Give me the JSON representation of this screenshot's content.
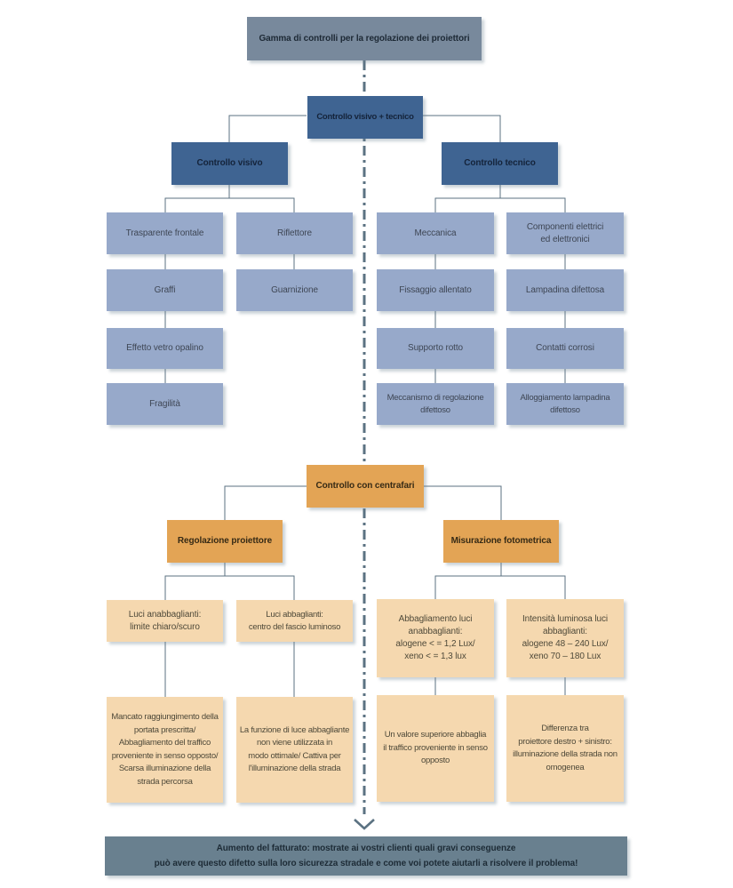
{
  "colors": {
    "root_box": "#78899c",
    "section_header_blue": "#3f6492",
    "leaf_blue": "#97a9ca",
    "section_header_orange": "#e3a455",
    "leaf_orange": "#f5d8af",
    "footer_bar": "#69808f",
    "connector_line": "#5b7282"
  },
  "root": {
    "label": "Gamma di controlli per la regolazione dei proiettori"
  },
  "visual_technical": {
    "header": "Controllo visivo + tecnico",
    "visual": {
      "header": "Controllo visivo",
      "front_lens": {
        "header": "Trasparente frontale",
        "items": [
          "Graffi",
          "Effetto vetro opalino",
          "Fragilità"
        ]
      },
      "reflector": {
        "header": "Riflettore",
        "items": [
          "Guarnizione"
        ]
      }
    },
    "technical": {
      "header": "Controllo tecnico",
      "mechanics": {
        "header": "Meccanica",
        "items": [
          "Fissaggio allentato",
          "Supporto rotto",
          "Meccanismo di regolazione\ndifettoso"
        ]
      },
      "electrics": {
        "header": "Componenti elettrici\ned elettronici",
        "items": [
          "Lampadina difettosa",
          "Contatti corrosi",
          "Alloggiamento lampadina\ndifettoso"
        ]
      }
    }
  },
  "beam_setter": {
    "header": "Controllo con centrafari",
    "adjustment": {
      "header": "Regolazione proiettore",
      "checks": [
        "Luci anabbaglianti:\nlimite chiaro/scuro",
        "Luci abbaglianti:\ncentro del fascio luminoso"
      ],
      "consequences": [
        "Mancato raggiungimento della\nportata prescritta/\nAbbagliamento del traffico\nproveniente in senso opposto/\nScarsa illuminazione della\nstrada percorsa",
        "La funzione di luce abbagliante\nnon viene utilizzata in\nmodo ottimale/ Cattiva per\nl'illuminazione della strada"
      ]
    },
    "photometric": {
      "header": "Misurazione fotometrica",
      "checks": [
        "Abbagliamento luci\nanabbaglianti:\nalogene < = 1,2 Lux/\nxeno < = 1,3 lux",
        "Intensità luminosa luci\nabbaglianti:\nalogene 48 – 240 Lux/\nxeno 70 – 180 Lux"
      ],
      "consequences": [
        "Un valore superiore abbaglia\nil traffico proveniente in senso\nopposto",
        "Differenza tra\nproiettore destro + sinistro:\nilluminazione della strada non\nomogenea"
      ]
    }
  },
  "footer": {
    "label": "Aumento del fatturato: mostrate ai vostri clienti quali gravi conseguenze\npuò avere questo difetto sulla loro sicurezza stradale e come voi potete aiutarli a risolvere il problema!"
  }
}
